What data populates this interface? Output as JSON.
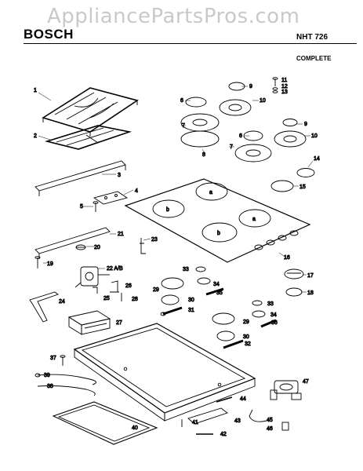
{
  "watermark": "AppliancePartsPros.com",
  "brand": "BOSCH",
  "model": "NHT 726",
  "subtitle": "COMPLETE",
  "callouts": {
    "p1": "1",
    "p2": "2",
    "p3": "3",
    "p4": "4",
    "p5": "5",
    "p6a": "6",
    "p6b": "6",
    "p7a": "7",
    "p7b": "7",
    "p8": "8",
    "p9a": "9",
    "p9b": "9",
    "p10a": "10",
    "p10b": "10",
    "p11": "11",
    "p12": "12",
    "p13": "13",
    "p14": "14",
    "p15": "15",
    "p16": "16",
    "p17": "17",
    "p18": "18",
    "p19": "19",
    "p20": "20",
    "p21": "21",
    "p22": "22 A/B",
    "p23": "23",
    "p24": "24",
    "p25": "25",
    "p26": "26",
    "p27": "27",
    "p28": "28",
    "p29a": "29",
    "p29b": "29",
    "p30a": "30",
    "p30b": "30",
    "p31": "31",
    "p32": "32",
    "p33a": "33",
    "p33b": "33",
    "p34a": "34",
    "p34b": "34",
    "p35": "35",
    "p36": "36",
    "p37": "37",
    "p38": "38",
    "p39": "39",
    "p40": "40",
    "p41": "41",
    "p42": "42",
    "p43": "43",
    "p44": "44",
    "p45": "45",
    "p46": "46",
    "p47": "47"
  },
  "hob_letters": {
    "a1": "a",
    "a2": "a",
    "b1": "b",
    "b2": "b"
  }
}
